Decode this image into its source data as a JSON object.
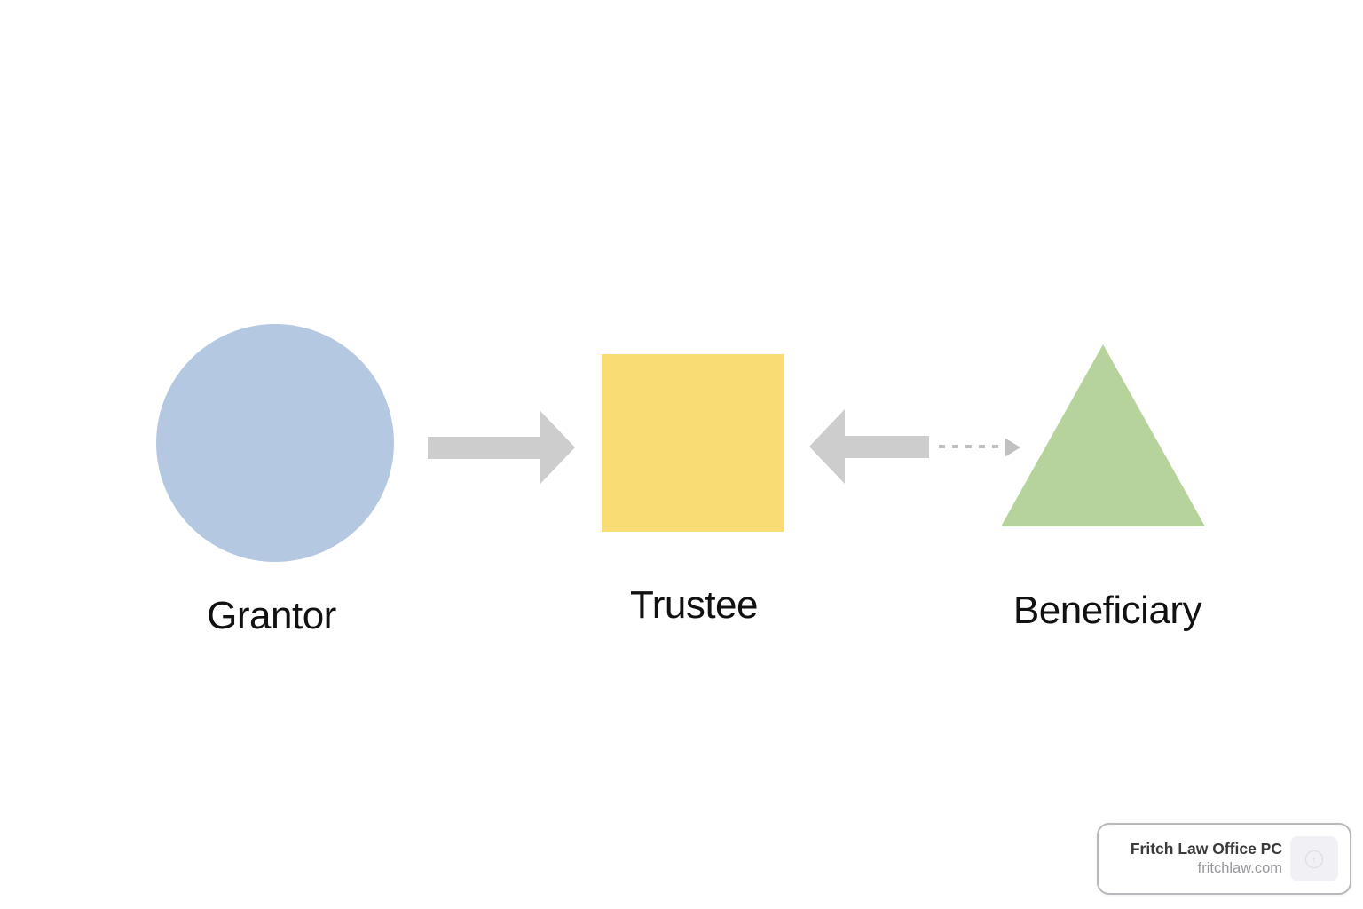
{
  "page": {
    "background_color": "#ffffff"
  },
  "diagram": {
    "nodes": [
      {
        "id": "grantor",
        "label": "Grantor",
        "shape": "circle",
        "color": "#b5c8e2"
      },
      {
        "id": "trustee",
        "label": "Trustee",
        "shape": "square",
        "color": "#f9dc73"
      },
      {
        "id": "beneficiary",
        "label": "Beneficiary",
        "shape": "triangle",
        "color": "#b6d39b"
      }
    ],
    "edges": [
      {
        "from": "grantor",
        "to": "trustee",
        "style": "solid",
        "direction": "right",
        "color": "#cdcdcd"
      },
      {
        "from": "beneficiary",
        "to": "trustee",
        "style": "solid",
        "direction": "left",
        "color": "#cdcdcd"
      },
      {
        "from": "trustee",
        "to": "beneficiary",
        "style": "dashed",
        "direction": "right",
        "color": "#c0c0c2"
      }
    ],
    "label_color": "#111111"
  },
  "attribution": {
    "title": "Fritch Law Office PC",
    "domain": "fritchlaw.com",
    "icon": "circle-up-arrow-icon",
    "icon_glyph": "↑"
  }
}
